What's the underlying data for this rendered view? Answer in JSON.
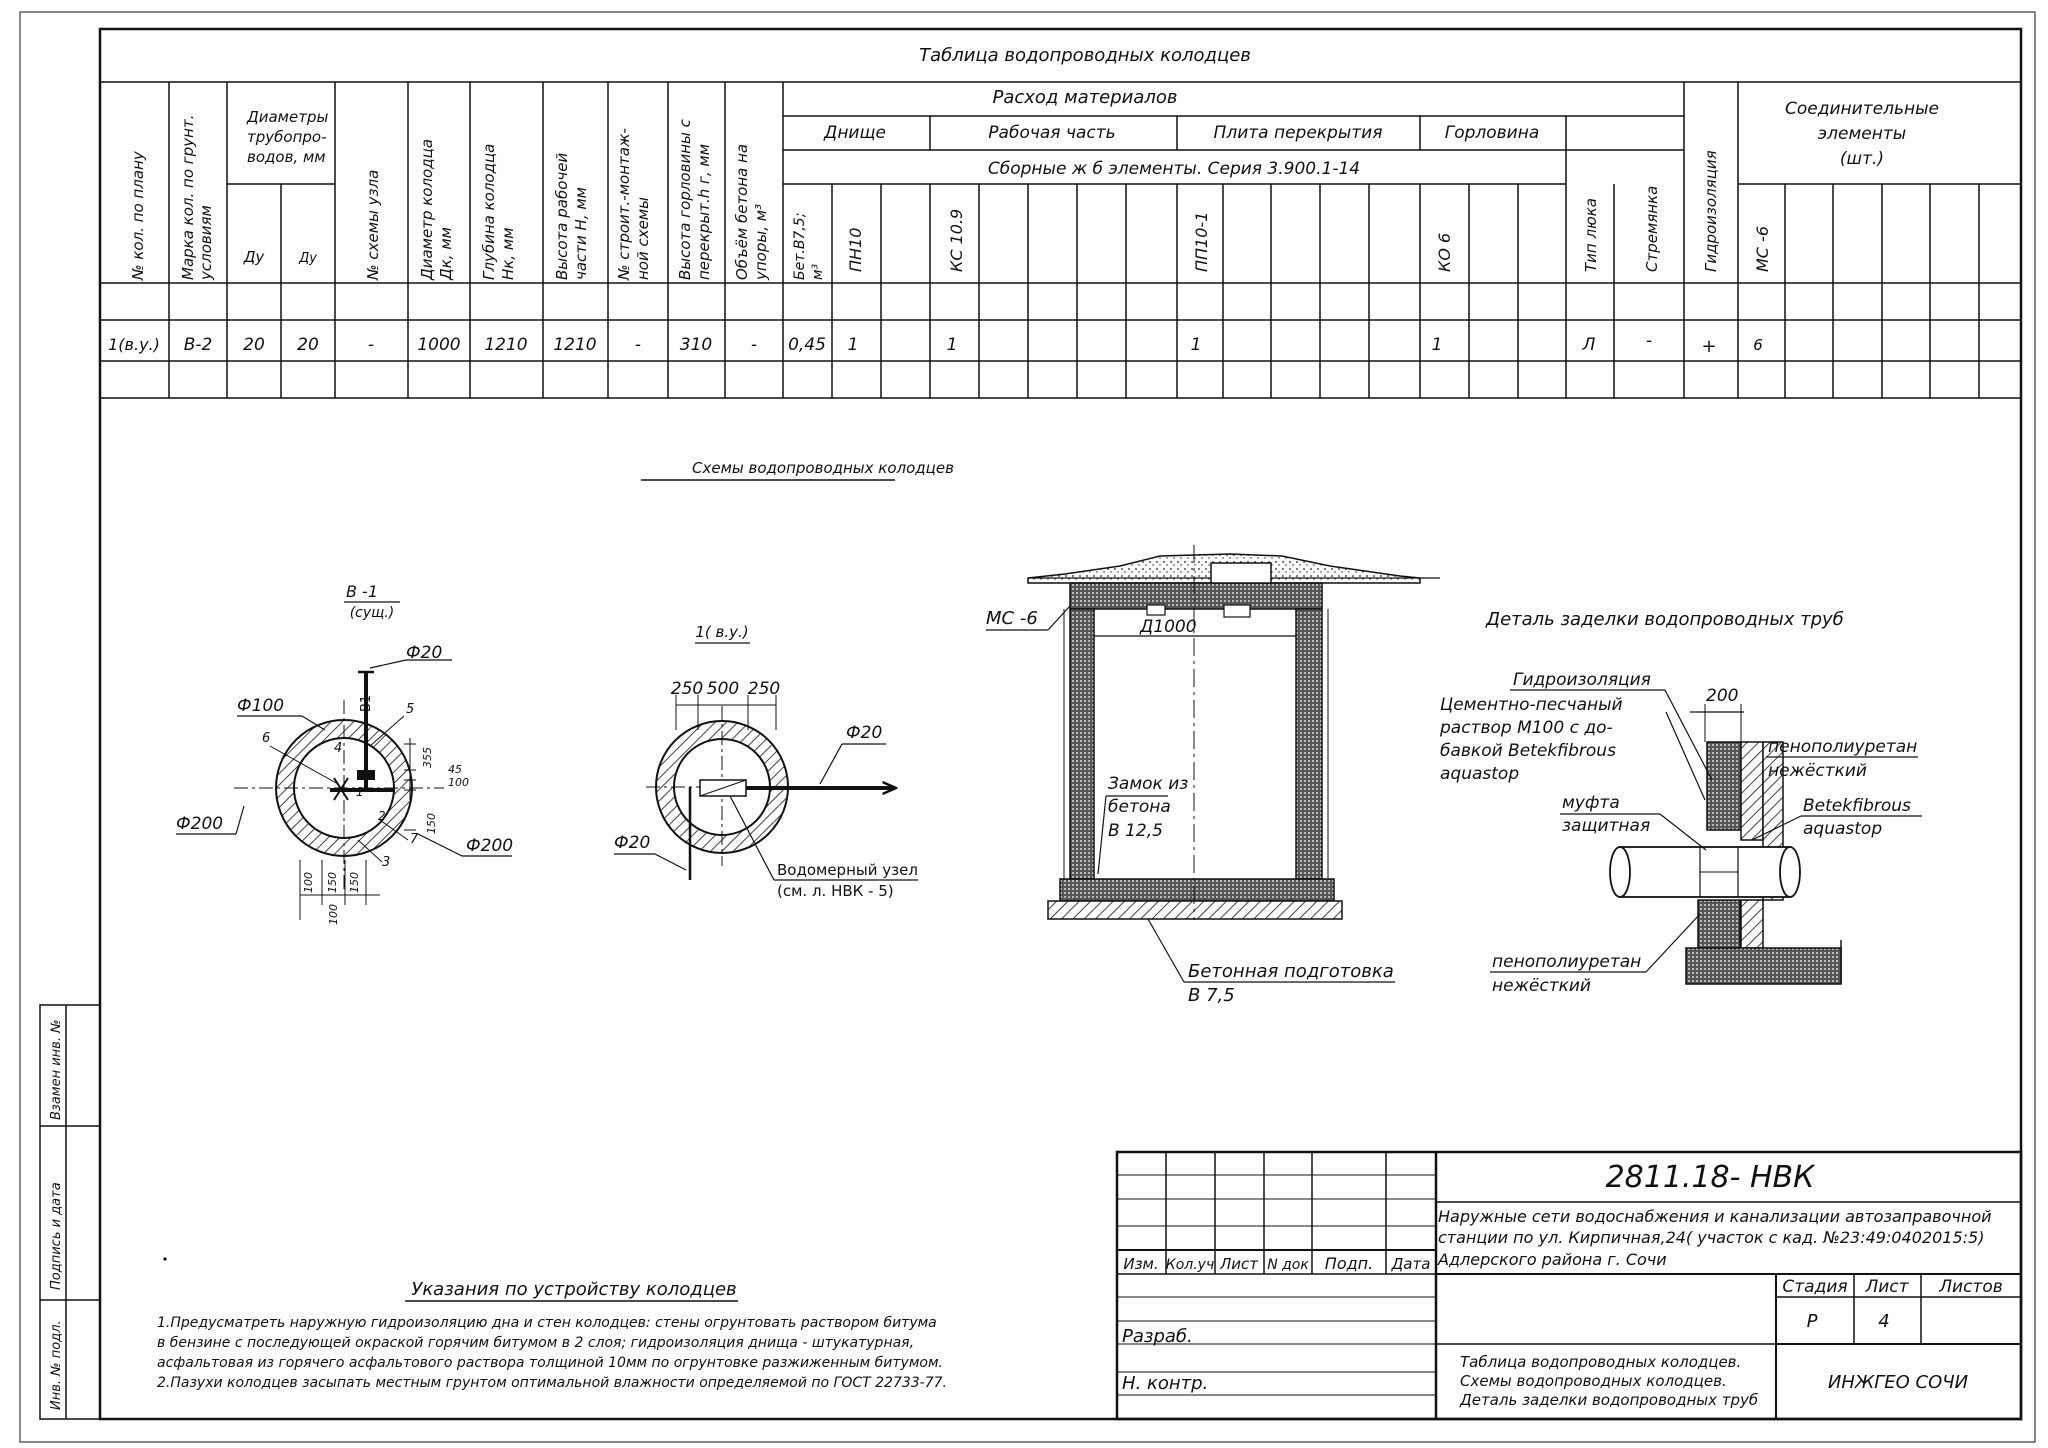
{
  "table": {
    "title": "Таблица водопроводных колодцев",
    "consumption_header": "Расход материалов",
    "groups": [
      "Днище",
      "Рабочая часть",
      "Плита перекрытия",
      "Горловина"
    ],
    "series_note": "Сборные ж б элементы. Серия 3.900.1-14",
    "connecting_header": [
      "Соединительные",
      "элементы",
      "(шт.)"
    ],
    "headers": {
      "well_no": [
        "№ кол. по плану"
      ],
      "mark": [
        "Марка кол. по грунт.",
        "условиям"
      ],
      "diam_group": [
        "Диаметры",
        "трубопро-",
        "водов, мм"
      ],
      "du": "Ду",
      "dy": "Ду",
      "scheme_no": [
        "№ схемы узла"
      ],
      "well_diam": [
        "Диаметр колодца",
        "Дк, мм"
      ],
      "depth": [
        "Глубина колодца",
        "Нк, мм"
      ],
      "work_height": [
        "Высота рабочей",
        "части Н, мм"
      ],
      "mount_scheme": [
        "№ строит.-монтаж-",
        "ной схемы"
      ],
      "neck_height": [
        "Высота горловины с",
        "перекрыт.h г, мм"
      ],
      "concrete_volume": [
        "Объём бетона на",
        "упоры, м³"
      ],
      "bet": [
        "Бет.В7,5;",
        "м³"
      ],
      "pn": "ПН10",
      "ks": "КС 10.9",
      "pp": "ПП10-1",
      "ko": "КО 6",
      "hatch": "Тип люка",
      "ladder": "Стремянка",
      "waterproof": "Гидроизоляция",
      "ms": "МС -6"
    },
    "row": {
      "well_no": "1(в.у.)",
      "mark": "В-2",
      "du": "20",
      "dy": "20",
      "scheme_no": "-",
      "well_diam": "1000",
      "depth": "1210",
      "work_height": "1210",
      "mount_scheme": "-",
      "neck_height": "310",
      "concrete_volume": "-",
      "bet": "0,45",
      "pn": "1",
      "ks": "1",
      "pp": "1",
      "ko": "1",
      "hatch": "Л",
      "ladder": "-",
      "waterproof": "+",
      "ms": "6"
    }
  },
  "schemes": {
    "title": "Схемы водопроводных колодцев",
    "b1": {
      "title": "В -1",
      "subtitle": "(сущ.)",
      "phi20": "Ф20",
      "phi100": "Ф100",
      "phi200_left": "Ф200",
      "phi200_right": "Ф200",
      "callouts": [
        "6",
        "4",
        "5",
        "1",
        "2",
        "7",
        "3"
      ],
      "pipe_label": "В1",
      "dims": [
        "355",
        "45",
        "100",
        "150",
        "100",
        "150",
        "150",
        "100"
      ]
    },
    "vu1": {
      "title": "1( в.у.)",
      "dims": [
        "250",
        "500",
        "250"
      ],
      "phi20_right": "Ф20",
      "phi20_left": "Ф20",
      "meter_label": "Водомерный узел",
      "meter_ref": "(см. л. НВК - 5)"
    },
    "section": {
      "ms": "МС -6",
      "diameter": "Д1000",
      "lock": [
        "Замок из",
        "бетона",
        "В 12,5"
      ],
      "base": [
        "Бетонная подготовка",
        "В 7,5"
      ]
    },
    "detail": {
      "title": "Деталь заделки водопроводных труб",
      "waterproof": "Гидроизоляция",
      "mortar": [
        "Цементно-песчаный",
        "раствор М100 с до-",
        "бавкой Betekfibrous",
        "aquastop"
      ],
      "dim": "200",
      "foam_top": [
        "пенополиуретан",
        "нежёсткий"
      ],
      "betek": [
        "Betekfibrous",
        "aquastop"
      ],
      "sleeve": [
        "муфта",
        "защитная"
      ],
      "foam_bottom": [
        "пенополиуретан",
        "нежёсткий"
      ]
    }
  },
  "notes": {
    "title": "Указания по устройству колодцев",
    "lines": [
      "1.Предусматреть наружную гидроизоляцию дна и стен колодцев: стены огрунтовать раствором битума",
      "в бензине с последующей окраской горячим битумом в 2 слоя; гидроизоляция днища - штукатурная,",
      "асфальтовая из горячего асфальтового раствора толщиной 10мм по огрунтовке разжиженным битумом.",
      "2.Пазухи колодцев засыпать местным грунтом оптимальной влажности определяемой по ГОСТ 22733-77."
    ]
  },
  "stamp": {
    "code": "2811.18- НВК",
    "project": [
      "Наружные сети водоснабжения и канализации автозаправочной",
      "станции по ул. Кирпичная,24( участок с кад. №23:49:0402015:5)",
      "Адлерского района г. Сочи"
    ],
    "cols": [
      "Изм.",
      "Кол.уч",
      "Лист",
      "N док",
      "Подп.",
      "Дата"
    ],
    "developer": "Разраб.",
    "norm_control": "Н. контр.",
    "stage_label": "Стадия",
    "sheet_label": "Лист",
    "sheets_label": "Листов",
    "stage": "Р",
    "sheet": "4",
    "sheets": "",
    "contents": [
      "Таблица водопроводных колодцев.",
      "Схемы водопроводных колодцев.",
      "Деталь заделки водопроводных труб"
    ],
    "org": "ИНЖГЕО СОЧИ"
  },
  "side_stamp": [
    "Взамен инв. №",
    "Подпись и дата",
    "Инв. № подл."
  ]
}
